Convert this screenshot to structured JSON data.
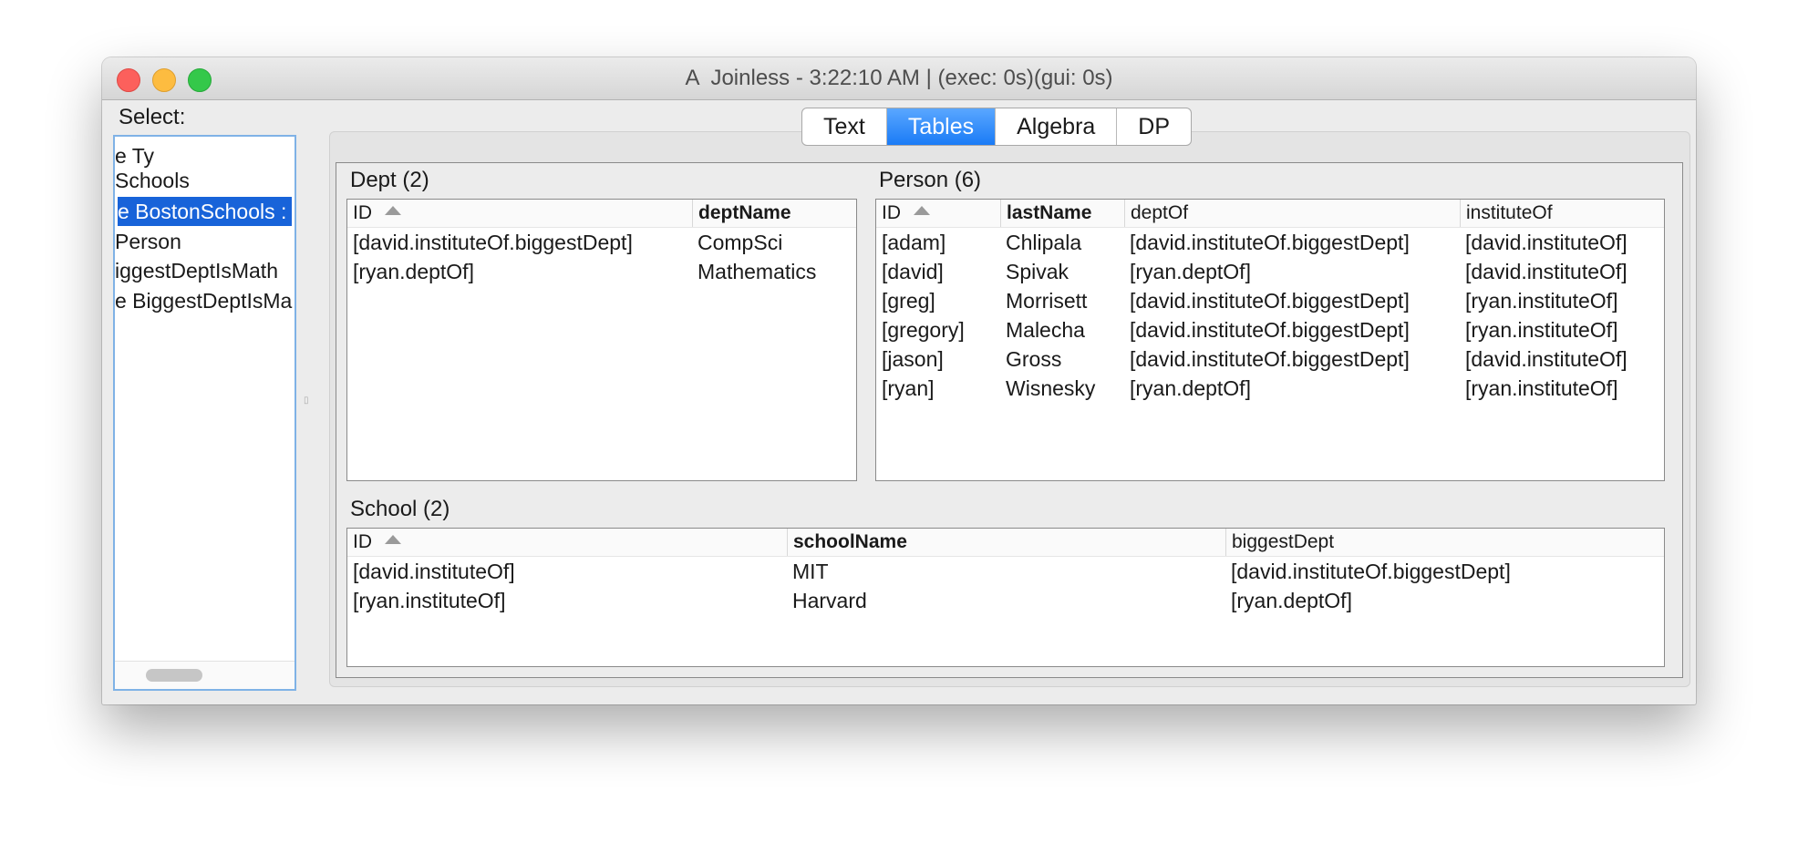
{
  "window": {
    "title": "A  Joinless - 3:22:10 AM | (exec: 0s)(gui: 0s)"
  },
  "sidebar": {
    "label": "Select:",
    "items": [
      {
        "label": "e Ty",
        "selected": false
      },
      {
        "label": "Schools",
        "selected": false
      },
      {
        "label": "e BostonSchools :",
        "selected": true
      },
      {
        "label": "Person",
        "selected": false
      },
      {
        "label": "iggestDeptIsMath",
        "selected": false
      },
      {
        "label": "e BiggestDeptIsMa",
        "selected": false
      }
    ]
  },
  "tabs": [
    {
      "label": "Text",
      "active": false
    },
    {
      "label": "Tables",
      "active": true
    },
    {
      "label": "Algebra",
      "active": false
    },
    {
      "label": "DP",
      "active": false
    }
  ],
  "tables": {
    "dept": {
      "title": "Dept (2)",
      "columns": [
        "ID",
        "deptName"
      ],
      "rows": [
        [
          "[david.instituteOf.biggestDept]",
          "CompSci"
        ],
        [
          "[ryan.deptOf]",
          "Mathematics"
        ]
      ]
    },
    "person": {
      "title": "Person (6)",
      "columns": [
        "ID",
        "lastName",
        "deptOf",
        "instituteOf"
      ],
      "rows": [
        [
          "[adam]",
          "Chlipala",
          "[david.instituteOf.biggestDept]",
          "[david.instituteOf]"
        ],
        [
          "[david]",
          "Spivak",
          "[ryan.deptOf]",
          "[david.instituteOf]"
        ],
        [
          "[greg]",
          "Morrisett",
          "[david.instituteOf.biggestDept]",
          "[ryan.instituteOf]"
        ],
        [
          "[gregory]",
          "Malecha",
          "[david.instituteOf.biggestDept]",
          "[ryan.instituteOf]"
        ],
        [
          "[jason]",
          "Gross",
          "[david.instituteOf.biggestDept]",
          "[david.instituteOf]"
        ],
        [
          "[ryan]",
          "Wisnesky",
          "[ryan.deptOf]",
          "[ryan.instituteOf]"
        ]
      ]
    },
    "school": {
      "title": "School (2)",
      "columns": [
        "ID",
        "schoolName",
        "biggestDept"
      ],
      "rows": [
        [
          "[david.instituteOf]",
          "MIT",
          "[david.instituteOf.biggestDept]"
        ],
        [
          "[ryan.instituteOf]",
          "Harvard",
          "[ryan.deptOf]"
        ]
      ]
    }
  }
}
